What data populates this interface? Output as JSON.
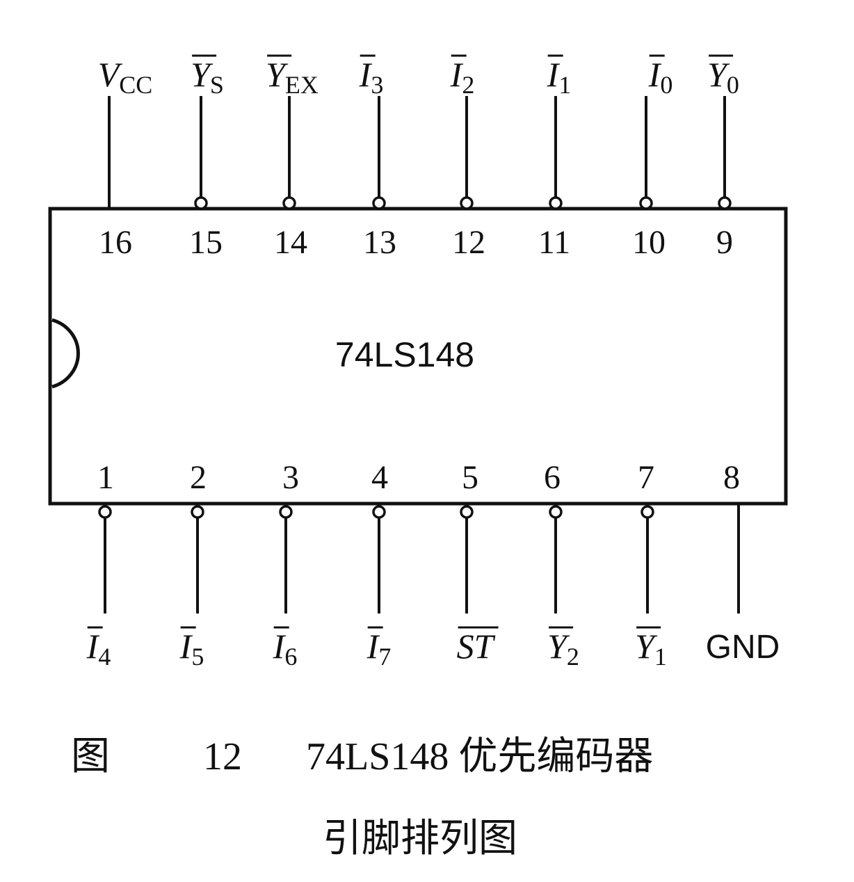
{
  "chip": {
    "name": "74LS148"
  },
  "top_pins": [
    {
      "number": "16",
      "main": "V",
      "sub": "CC",
      "over": false,
      "bubble": false
    },
    {
      "number": "15",
      "main": "Y",
      "sub": "S",
      "over": true,
      "bubble": true
    },
    {
      "number": "14",
      "main": "Y",
      "sub": "EX",
      "over": true,
      "bubble": true
    },
    {
      "number": "13",
      "main": "I",
      "sub": "3",
      "over": true,
      "bubble": true
    },
    {
      "number": "12",
      "main": "I",
      "sub": "2",
      "over": true,
      "bubble": true
    },
    {
      "number": "11",
      "main": "I",
      "sub": "1",
      "over": true,
      "bubble": true
    },
    {
      "number": "10",
      "main": "I",
      "sub": "0",
      "over": true,
      "bubble": true
    },
    {
      "number": "9",
      "main": "Y",
      "sub": "0",
      "over": true,
      "bubble": true
    }
  ],
  "bottom_pins": [
    {
      "number": "1",
      "main": "I",
      "sub": "4",
      "over": true,
      "bubble": true
    },
    {
      "number": "2",
      "main": "I",
      "sub": "5",
      "over": true,
      "bubble": true
    },
    {
      "number": "3",
      "main": "I",
      "sub": "6",
      "over": true,
      "bubble": true
    },
    {
      "number": "4",
      "main": "I",
      "sub": "7",
      "over": true,
      "bubble": true
    },
    {
      "number": "5",
      "main": "ST",
      "sub": "",
      "over": true,
      "bubble": true
    },
    {
      "number": "6",
      "main": "Y",
      "sub": "2",
      "over": true,
      "bubble": true
    },
    {
      "number": "7",
      "main": "Y",
      "sub": "1",
      "over": true,
      "bubble": true
    },
    {
      "number": "8",
      "main": "GND",
      "sub": "",
      "over": false,
      "bubble": false,
      "plain": true
    }
  ],
  "caption": {
    "figure_label": "图",
    "figure_number": "12",
    "line1_text": "74LS148 优先编码器",
    "line2_text": "引脚排列图"
  },
  "colors": {
    "ink": "#111111",
    "background": "#ffffff"
  }
}
